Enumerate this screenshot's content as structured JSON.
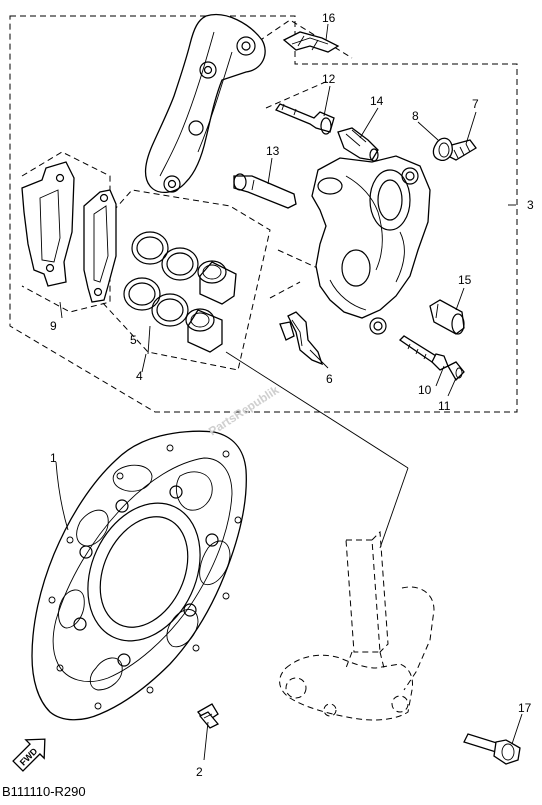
{
  "diagram": {
    "callouts": {
      "c1": "1",
      "c2": "2",
      "c3": "3",
      "c4": "4",
      "c5": "5",
      "c6": "6",
      "c7": "7",
      "c8": "8",
      "c9": "9",
      "c10": "10",
      "c11": "11",
      "c12": "12",
      "c13": "13",
      "c14": "14",
      "c15": "15",
      "c16": "16",
      "c17": "17"
    },
    "fwd_label": "FWD",
    "diagram_code": "B111110-R290",
    "watermark": "PartsRepublik"
  }
}
